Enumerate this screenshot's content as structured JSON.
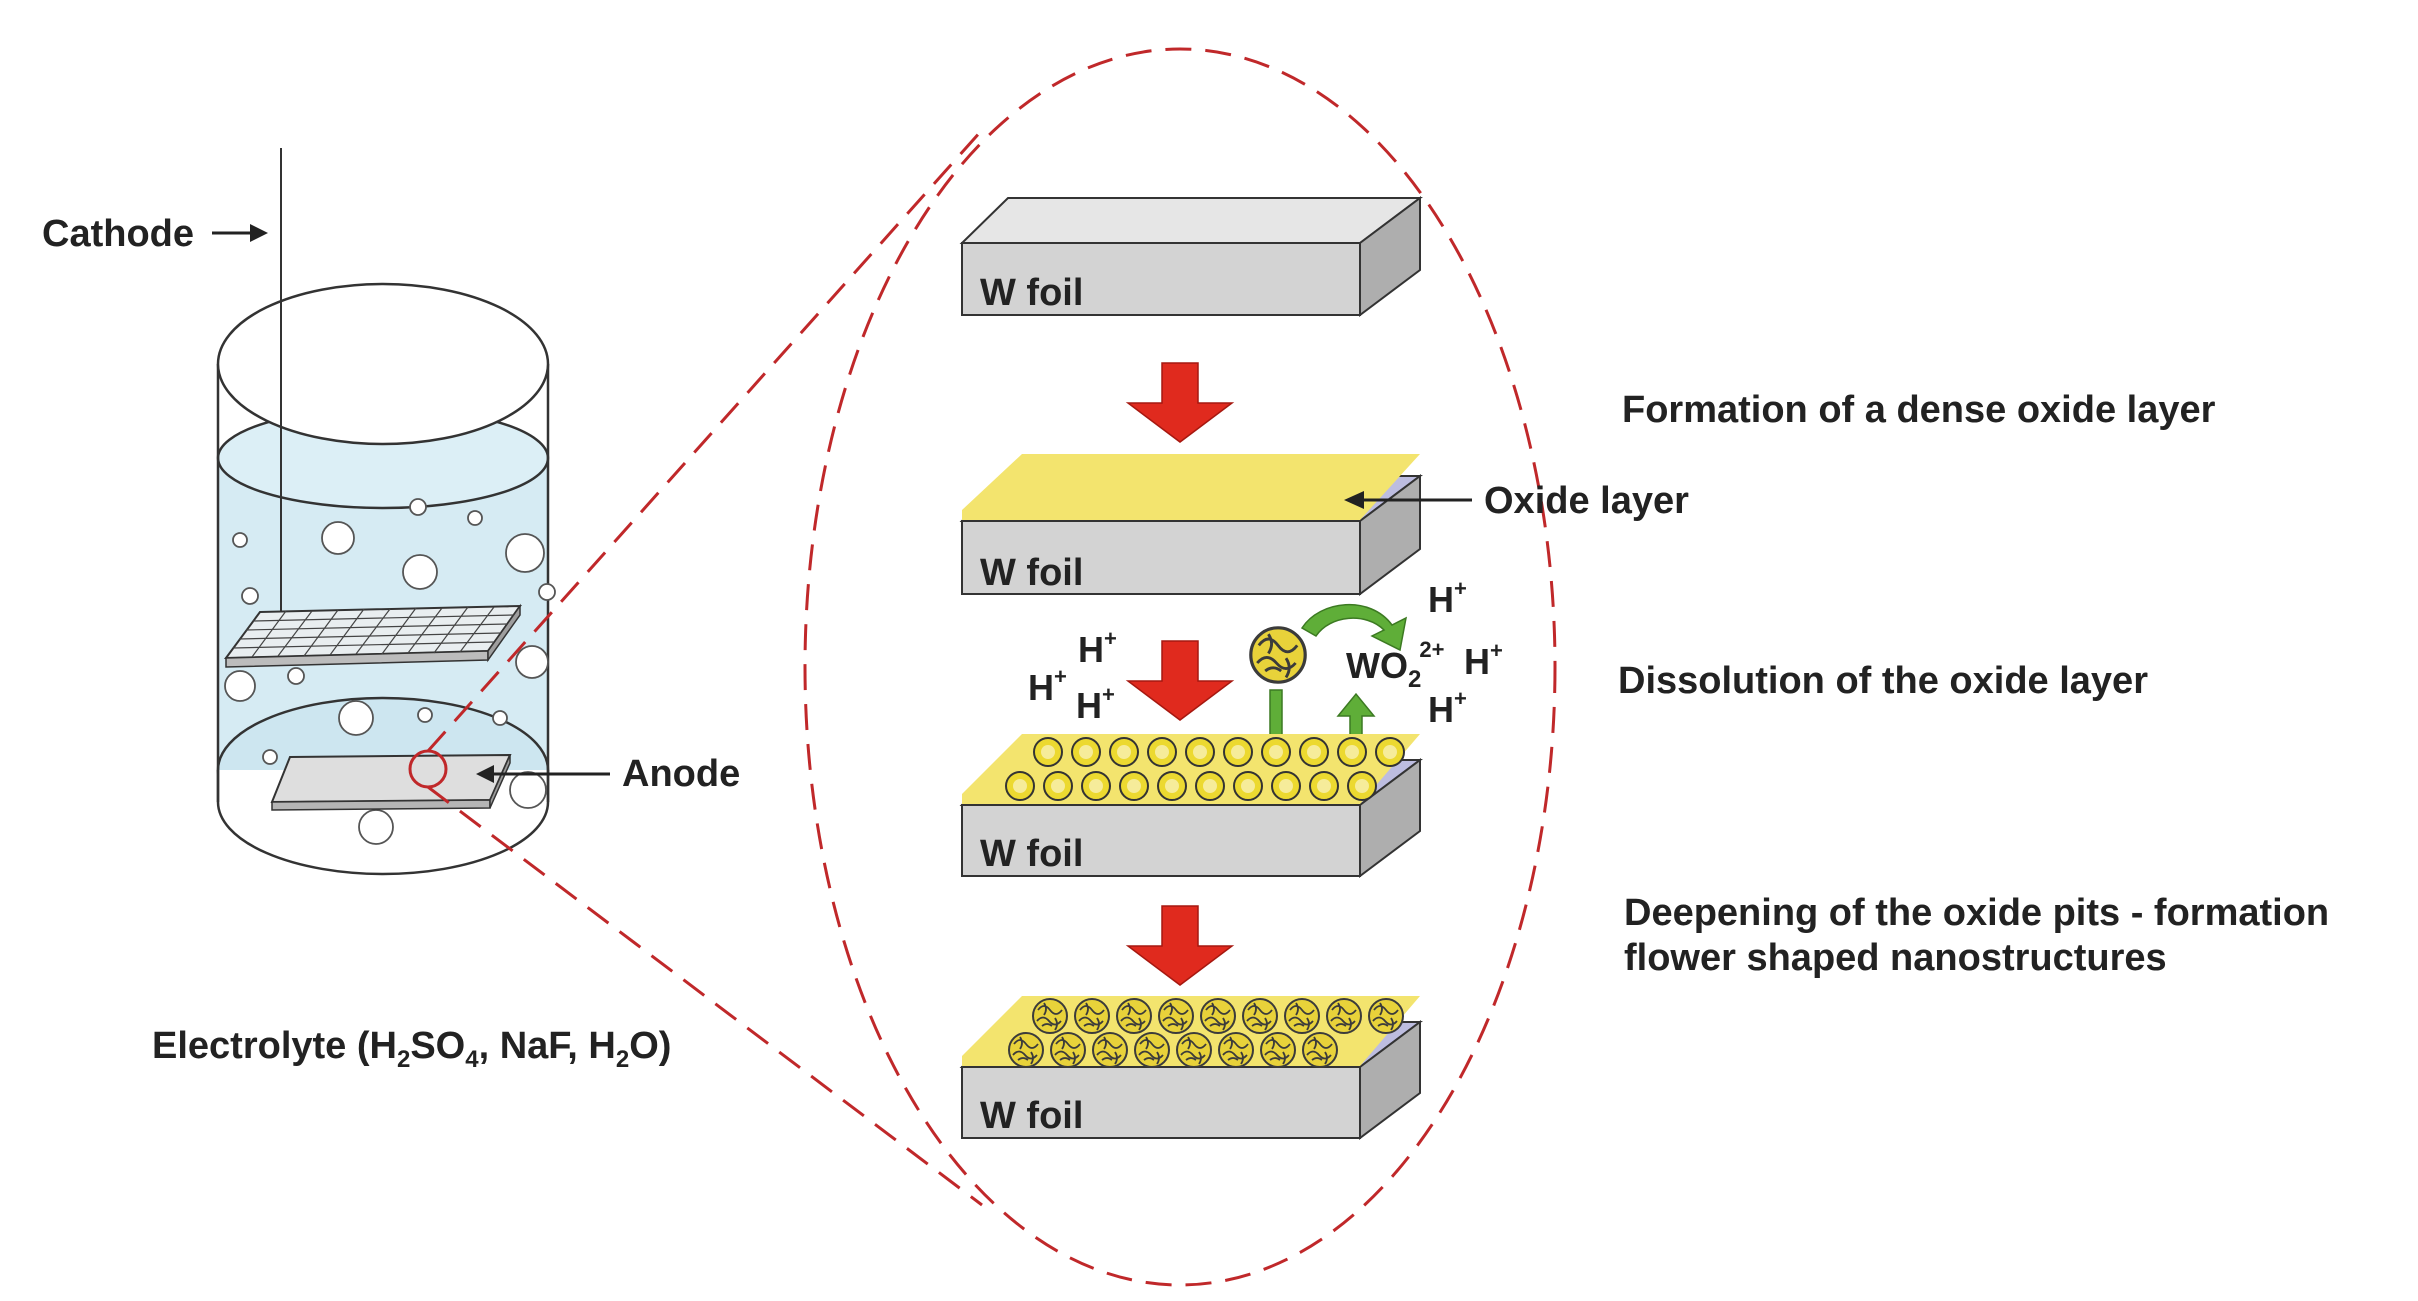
{
  "labels": {
    "cathode": "Cathode",
    "anode": "Anode",
    "electrolyte": {
      "prefix": "Electrolyte (H",
      "h2so4_sub": "2",
      "h2so4_mid": "SO",
      "h2so4_sub2": "4",
      "middle": ", NaF, H",
      "h2o_sub": "2",
      "suffix": "O)"
    },
    "w_foil": "W foil",
    "oxide_layer": "Oxide layer",
    "h_plus_base": "H",
    "h_plus_sup": "+",
    "wo2_base": "WO",
    "wo2_sub": "2",
    "wo2_sup": "2+"
  },
  "steps": [
    {
      "text": "Formation of a dense oxide layer"
    },
    {
      "text": "Dissolution of the oxide layer"
    },
    {
      "line1": "Deepening of the oxide pits - formation",
      "line2": "flower shaped nanostructures"
    }
  ],
  "colors": {
    "foil_face": "#d3d3d3",
    "foil_top": "#e6e6e6",
    "foil_side": "#aeaeae",
    "oxide_yellow": "#f3e46e",
    "pit_fill": "#ecd930",
    "flower_fill": "#e8d23a",
    "process_arrow": "#e02a1e",
    "flow_arrow": "#5fae38",
    "zoom_outline": "#c0282a",
    "electrolyte": "#d6ebf3"
  }
}
